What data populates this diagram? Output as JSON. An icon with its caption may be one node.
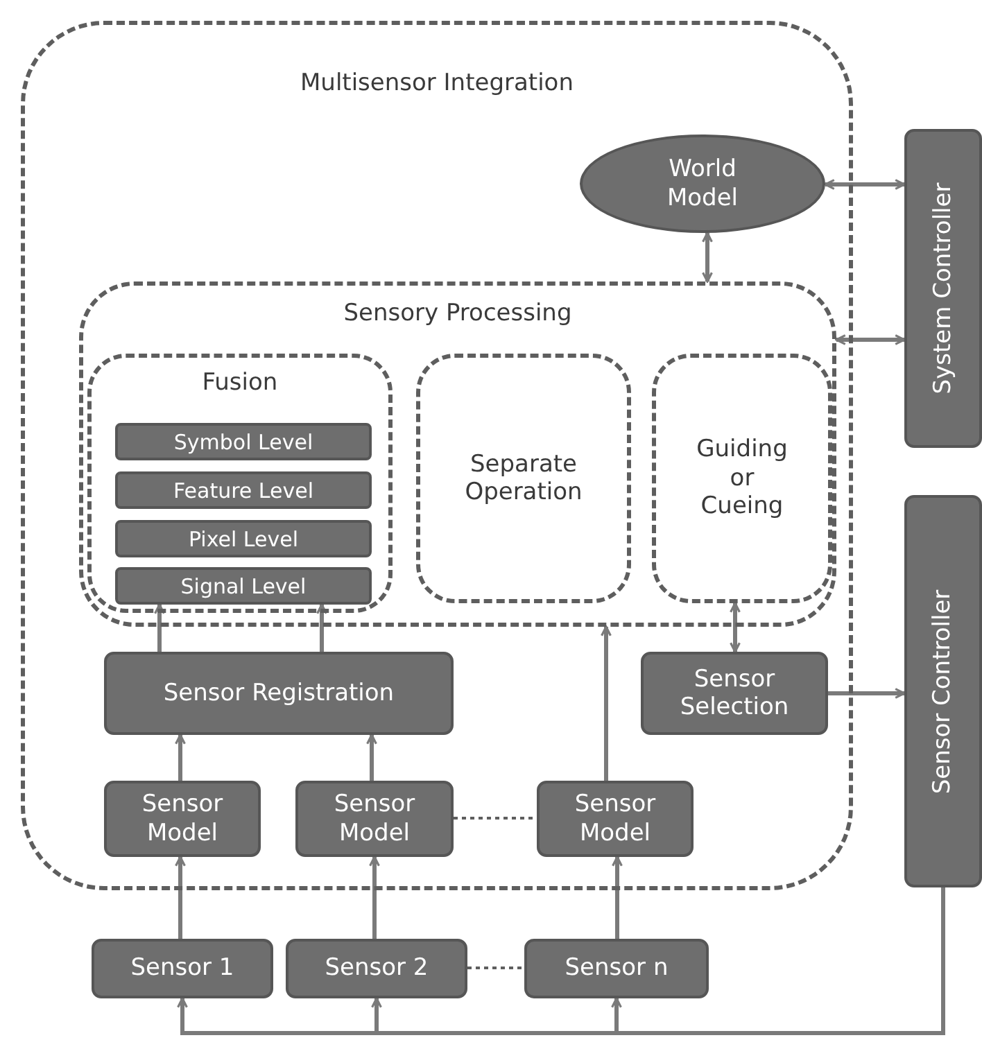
{
  "diagram": {
    "nodes": [
      {
        "text": [
          "Multisensor Integration"
        ]
      },
      {
        "text": [
          "World Model"
        ],
        "in": 0
      },
      {
        "text": [
          "Sensory Processing"
        ],
        "in": 0
      },
      {
        "text": [
          "Fusion"
        ],
        "in": 2
      },
      {
        "text": [
          "Symbol Level"
        ],
        "in": 3
      },
      {
        "text": [
          "Feature Level"
        ],
        "in": 3
      },
      {
        "text": [
          "Pixel Level"
        ],
        "in": 3
      },
      {
        "text": [
          "Signal Level"
        ],
        "in": 3
      },
      {
        "text": [
          "Separate Operation"
        ],
        "in": 2
      },
      {
        "text": [
          "Guiding or Cueing"
        ],
        "in": 2
      },
      {
        "text": [
          "Sensor Registration"
        ],
        "in": 0
      },
      {
        "text": [
          "Sensor Selection"
        ],
        "in": 0
      },
      {
        "text": [
          "Sensor Model"
        ],
        "in": 0
      },
      {
        "text": [
          "Sensor Model"
        ],
        "in": 0
      },
      {
        "text": [
          "Sensor Model"
        ],
        "in": 0
      },
      {
        "text": [
          "System Controller"
        ]
      },
      {
        "text": [
          "Sensor Controller"
        ]
      },
      {
        "text": [
          "Sensor 1"
        ]
      },
      {
        "text": [
          "Sensor 2"
        ]
      },
      {
        "text": [
          "Sensor n"
        ]
      }
    ],
    "edges": [
      {
        "from": 1,
        "to": 15,
        "arrow": "both"
      },
      {
        "from": 1,
        "to": 2,
        "arrow": "both"
      },
      {
        "from": 2,
        "to": 15,
        "arrow": "both"
      },
      {
        "from": 10,
        "to": 7,
        "arrow": "to"
      },
      {
        "from": 10,
        "to": 7,
        "arrow": "to"
      },
      {
        "from": 14,
        "to": 2,
        "arrow": "to"
      },
      {
        "from": 11,
        "to": 9,
        "arrow": "both"
      },
      {
        "from": 11,
        "to": 16,
        "arrow": "to"
      },
      {
        "from": 12,
        "to": 10,
        "arrow": "to"
      },
      {
        "from": 13,
        "to": 10,
        "arrow": "to"
      },
      {
        "from": 13,
        "to": 14,
        "arrow": "none",
        "style": "dashed"
      },
      {
        "from": 17,
        "to": 12,
        "arrow": "to"
      },
      {
        "from": 18,
        "to": 13,
        "arrow": "to"
      },
      {
        "from": 19,
        "to": 14,
        "arrow": "to"
      },
      {
        "from": 18,
        "to": 19,
        "arrow": "none",
        "style": "dashed"
      },
      {
        "from": 16,
        "to": 17,
        "arrow": "to"
      },
      {
        "from": 16,
        "to": 18,
        "arrow": "to"
      },
      {
        "from": 16,
        "to": 19,
        "arrow": "to"
      }
    ]
  }
}
